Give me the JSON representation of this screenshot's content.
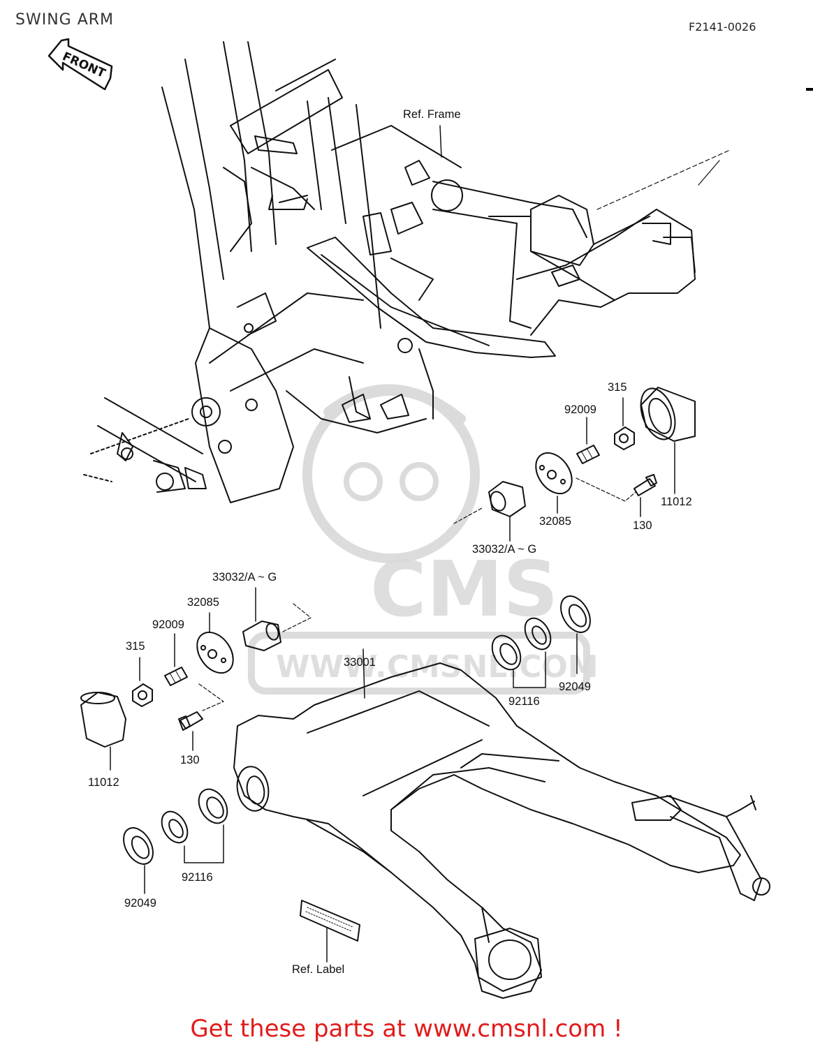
{
  "header": {
    "title": "SWING ARM",
    "diagram_code": "F2141-0026"
  },
  "front_arrow": {
    "label": "FRONT"
  },
  "watermark": {
    "brand": "CMS",
    "site": "WWW.CMSNL.COM"
  },
  "callouts": {
    "ref_frame": "Ref. Frame",
    "ref_label": "Ref. Label",
    "r_315": "315",
    "r_92009": "92009",
    "r_11012": "11012",
    "r_32085": "32085",
    "r_130": "130",
    "r_33032": "33032/A ~ G",
    "l_33032": "33032/A ~ G",
    "l_32085": "32085",
    "l_92009": "92009",
    "l_315": "315",
    "l_130": "130",
    "l_11012": "11012",
    "swing_arm_33001": "33001",
    "r_92116": "92116",
    "r_92049": "92049",
    "l_92116": "92116",
    "l_92049": "92049"
  },
  "footer": {
    "text": "Get these parts at www.cmsnl.com !"
  }
}
